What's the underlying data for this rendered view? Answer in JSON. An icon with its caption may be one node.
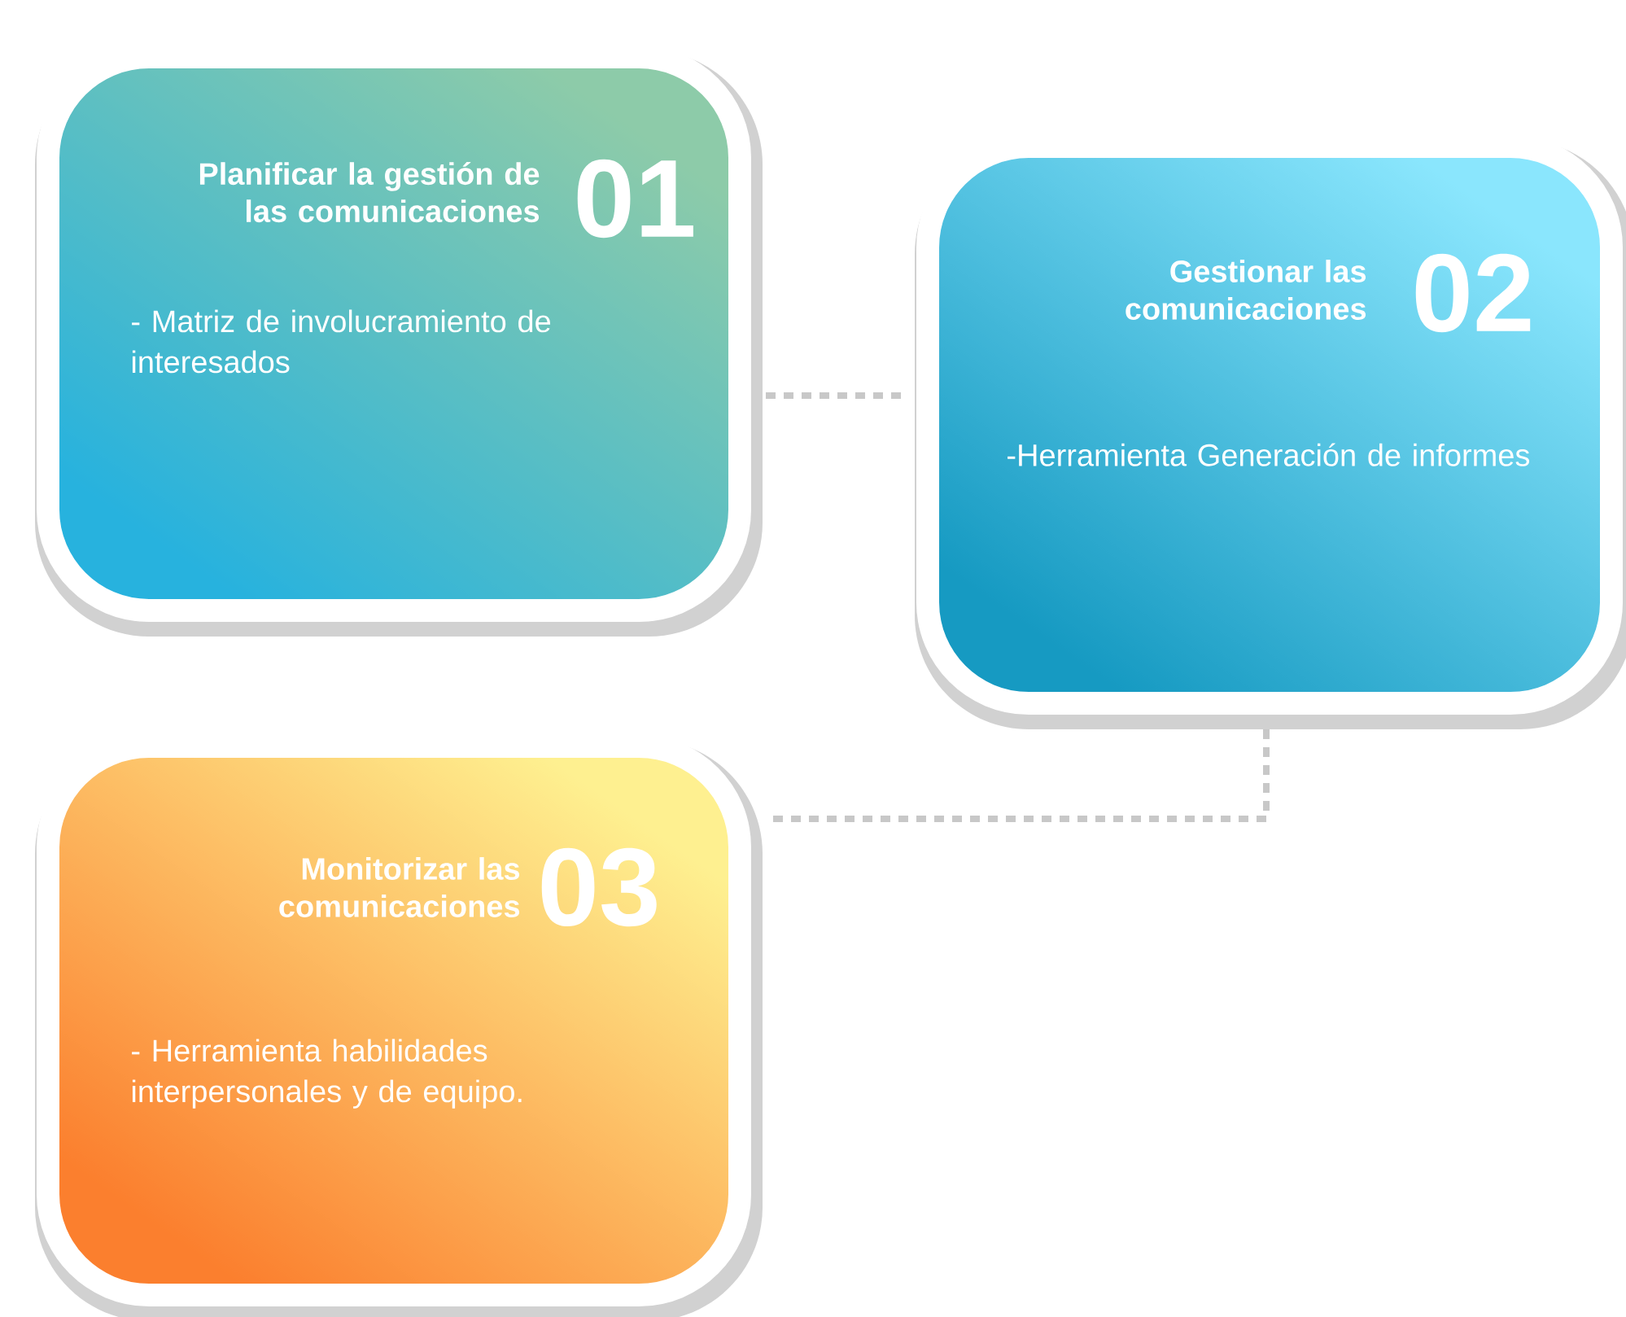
{
  "diagram": {
    "nodes": [
      {
        "text": [
          "Planificar la gestión de las comunicaciones",
          "01",
          "- Matriz de involucramiento de interesados"
        ]
      },
      {
        "text": [
          "Gestionar las comunicaciones",
          "02",
          "-Herramienta Generación de informes"
        ]
      },
      {
        "text": [
          "Monitorizar las comunicaciones",
          "03",
          "- Herramienta habilidades interpersonales y de equipo."
        ]
      }
    ],
    "edges": [
      {
        "from": 0,
        "to": 1,
        "arrow": "none",
        "style": "dashed"
      },
      {
        "from": 1,
        "to": 2,
        "arrow": "none",
        "style": "dashed"
      }
    ]
  }
}
